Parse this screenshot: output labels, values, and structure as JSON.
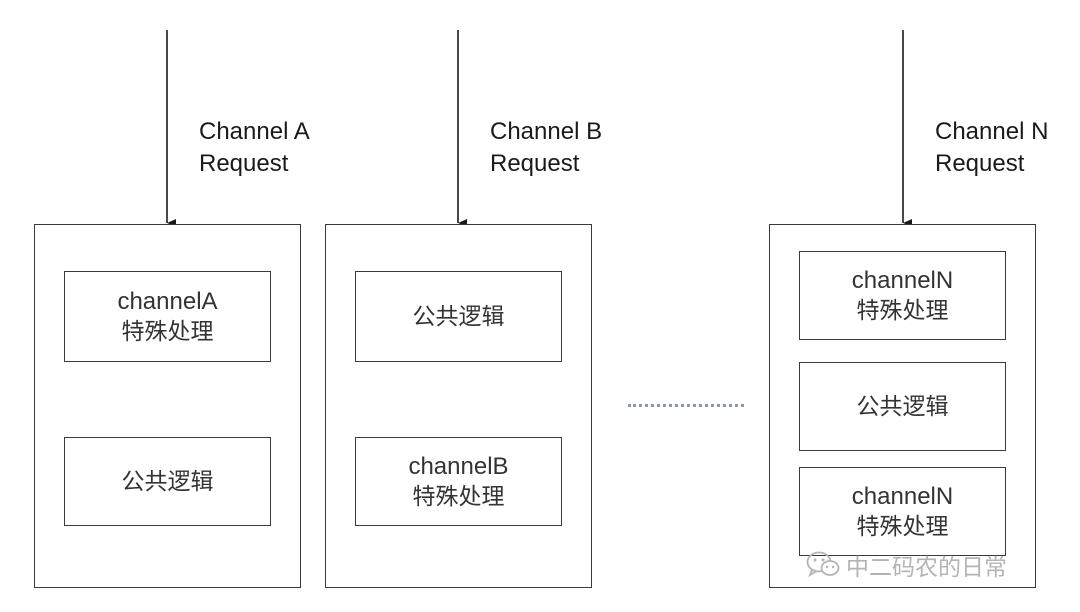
{
  "channels": [
    {
      "request_label": [
        "Channel A",
        "Request"
      ],
      "boxes": [
        {
          "lines": [
            "channelA",
            "特殊处理"
          ]
        },
        {
          "lines": [
            "公共逻辑"
          ]
        }
      ]
    },
    {
      "request_label": [
        "Channel B",
        "Request"
      ],
      "boxes": [
        {
          "lines": [
            "公共逻辑"
          ]
        },
        {
          "lines": [
            "channelB",
            "特殊处理"
          ]
        }
      ]
    },
    {
      "request_label": [
        "Channel N",
        "Request"
      ],
      "boxes": [
        {
          "lines": [
            "channelN",
            "特殊处理"
          ]
        },
        {
          "lines": [
            "公共逻辑"
          ]
        },
        {
          "lines": [
            "channelN",
            "特殊处理"
          ]
        }
      ]
    }
  ],
  "watermark": {
    "icon": "wechat-icon",
    "text": "中二码农的日常"
  }
}
